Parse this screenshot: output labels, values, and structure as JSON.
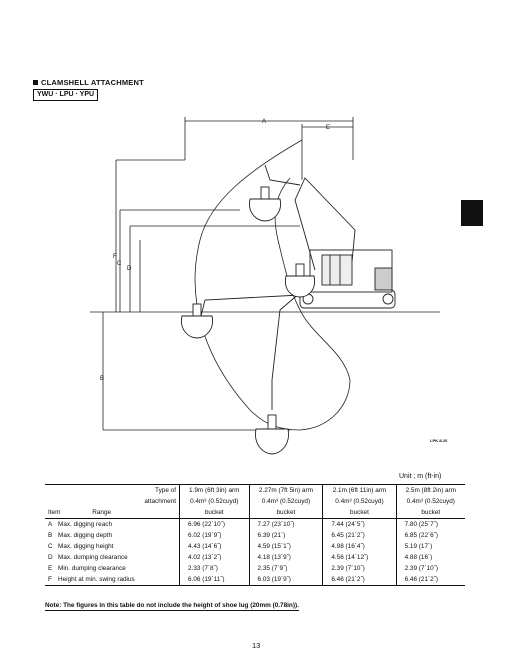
{
  "section": {
    "title": "CLAMSHELL ATTACHMENT",
    "models": "YWU · LPU · YPU"
  },
  "diagram": {
    "dimension_labels": [
      "A",
      "B",
      "C",
      "D",
      "E",
      "F"
    ],
    "id": "LPK-8-20"
  },
  "unit_note": "Unit ; m (ft-in)",
  "table": {
    "header": {
      "type_label_1": "Type of",
      "type_label_2": "attachment",
      "item_label": "Item",
      "range_label": "Range"
    },
    "arms": [
      {
        "arm": "1.9m (6ft 3in) arm",
        "bucket_cap": "0.4m³ (0.52cuyd)",
        "bucket": "bucket"
      },
      {
        "arm": "2.27m (7ft 5in) arm",
        "bucket_cap": "0.4m³ (0.52cuyd)",
        "bucket": "bucket"
      },
      {
        "arm": "2.1m (6ft 11in) arm",
        "bucket_cap": "0.4m³ (0.52cuyd)",
        "bucket": "bucket"
      },
      {
        "arm": "2.5m (8ft 2in) arm",
        "bucket_cap": "0.4m³ (0.52cuyd)",
        "bucket": "bucket"
      }
    ],
    "rows": [
      {
        "key": "A",
        "label": "Max. digging reach",
        "values": [
          "6.96 (22´10˝)",
          "7.27 (23´10˝)",
          "7.44 (24´5˝)",
          "7.80 (25´7˝)"
        ]
      },
      {
        "key": "B",
        "label": "Max. digging depth",
        "values": [
          "6.02 (19´9˝)",
          "6.39 (21´)",
          "6.45 (21´2˝)",
          "6.85 (22´6˝)"
        ]
      },
      {
        "key": "C",
        "label": "Max. digging height",
        "values": [
          "4.43 (14´6˝)",
          "4.59 (15´1˝)",
          "4.98 (16´4˝)",
          "5.19 (17´)"
        ]
      },
      {
        "key": "D",
        "label": "Max. dumping clearance",
        "values": [
          "4.02 (13´2˝)",
          "4.18 (13´9˝)",
          "4.56 (14´12˝)",
          "4.88 (16´)"
        ]
      },
      {
        "key": "E",
        "label": "Min. dumping clearance",
        "values": [
          "2.33 (7´8˝)",
          "2.35 (7´9˝)",
          "2.39 (7´10˝)",
          "2.39 (7´10˝)"
        ]
      },
      {
        "key": "F",
        "label": "Height at min. swing radius",
        "values": [
          "6.06 (19´11˝)",
          "6.03 (19´9˝)",
          "6.46 (21´2˝)",
          "6.46 (21´2˝)"
        ]
      }
    ]
  },
  "note": "Note: The figures in this table do not include the height of shoe lug (20mm (0.78in)).",
  "page_number": "13"
}
